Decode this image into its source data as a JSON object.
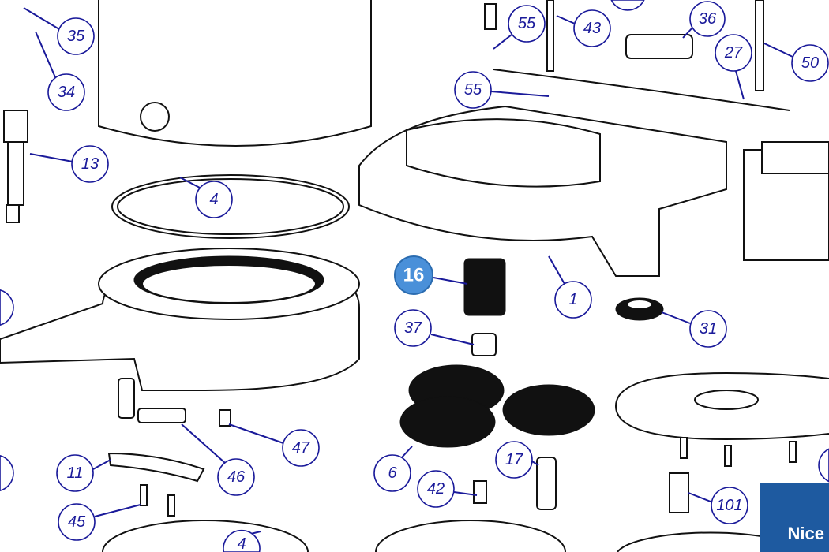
{
  "brand": {
    "logo_text": "Nice",
    "logo_color": "#1e5aa0"
  },
  "highlighted_part": "16",
  "callouts": [
    {
      "label": "35"
    },
    {
      "label": "34"
    },
    {
      "label": "13"
    },
    {
      "label": "4"
    },
    {
      "label": "55"
    },
    {
      "label": "43"
    },
    {
      "label": "36"
    },
    {
      "label": "27"
    },
    {
      "label": "50"
    },
    {
      "label": "55"
    },
    {
      "label": "1"
    },
    {
      "label": "16"
    },
    {
      "label": "37"
    },
    {
      "label": "31"
    },
    {
      "label": "6"
    },
    {
      "label": "17"
    },
    {
      "label": "42"
    },
    {
      "label": "47"
    },
    {
      "label": "46"
    },
    {
      "label": "11"
    },
    {
      "label": "45"
    },
    {
      "label": "101"
    },
    {
      "label": "4"
    }
  ],
  "colors": {
    "callout": "#1a1a9a",
    "highlight": "#4a90d9"
  }
}
